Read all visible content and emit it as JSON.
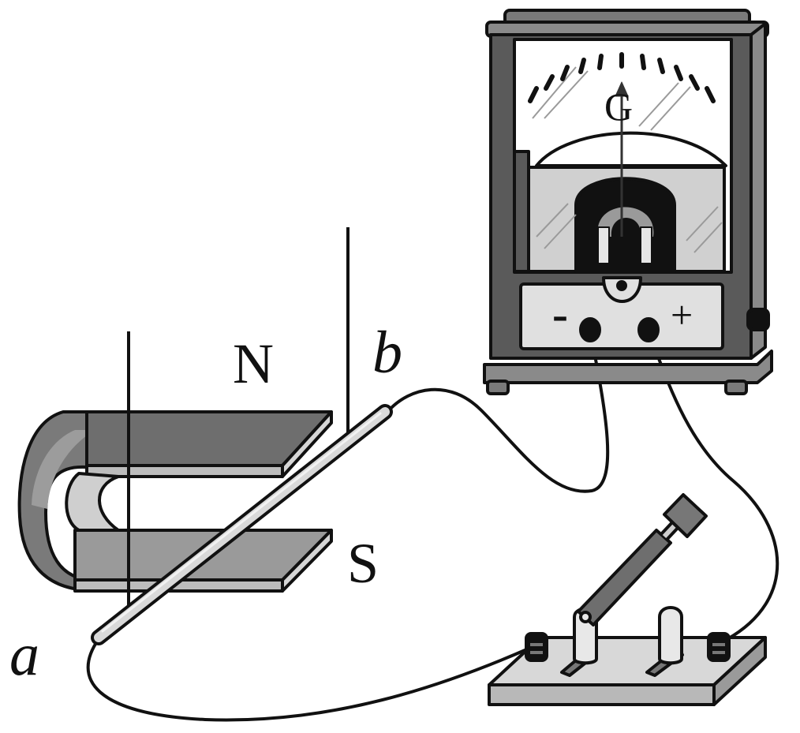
{
  "labels": {
    "magnet_north": "N",
    "magnet_south": "S",
    "rod_end_a": "a",
    "rod_end_b": "b",
    "galvanometer": "G",
    "terminal_negative": "-",
    "terminal_positive": "+"
  },
  "colors": {
    "outline": "#111111",
    "magnet_dark": "#6e6e6e",
    "magnet_mid": "#8a8a8a",
    "magnet_light": "#b9b9b9",
    "case_dark": "#5a5a5a",
    "panel_light": "#d0d0d0",
    "rod": "#d9d9d9",
    "base": "#cfcfcf"
  }
}
